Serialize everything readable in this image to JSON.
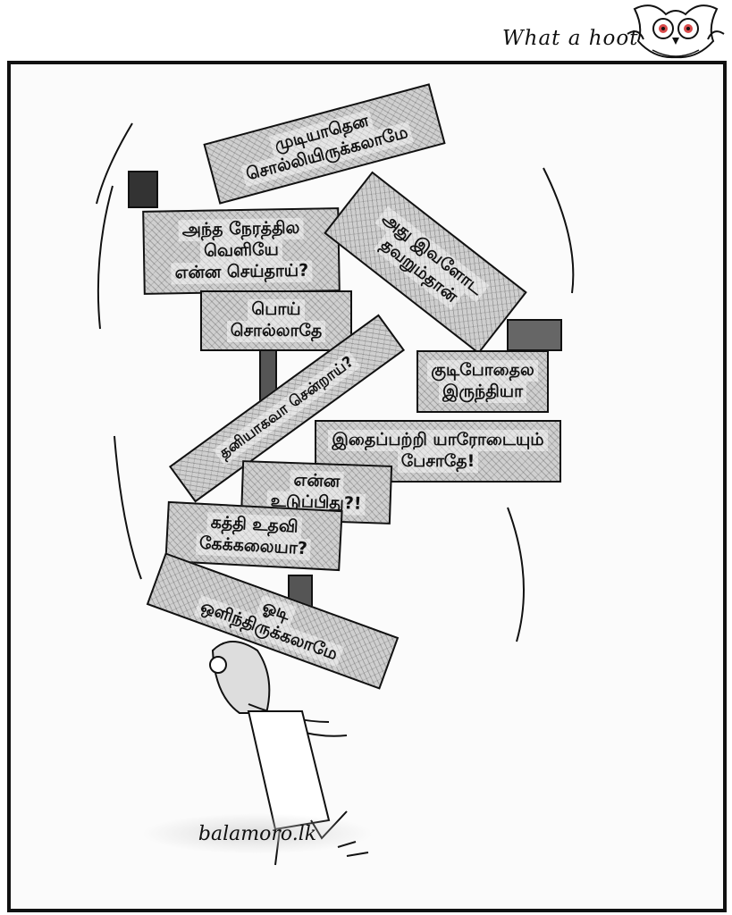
{
  "header": {
    "brand": "What a hoot",
    "logo_icon": "owl-icon"
  },
  "signs": [
    {
      "line1": "முடியாதென",
      "line2": "சொல்லியிருக்கலாமே"
    },
    {
      "line1": "அந்த நேரத்தில",
      "line2": "வெளியே",
      "line3": "என்ன செய்தாய்?"
    },
    {
      "line1": "அது இவளோட",
      "line2": "தவறும்தான்"
    },
    {
      "line1": "பொய்",
      "line2": "சொல்லாதே"
    },
    {
      "line1": "குடிபோதைல",
      "line2": "இருந்தியா"
    },
    {
      "line1": "தனியாகவா சென்றாய்?"
    },
    {
      "line1": "இதைப்பற்றி யாரோடையும்",
      "line2": "பேசாதே!"
    },
    {
      "line1": "என்ன",
      "line2": "உடுப்பிது?!"
    },
    {
      "line1": "கத்தி உதவி",
      "line2": "கேக்கலையா?"
    },
    {
      "line1": "ஓடி",
      "line2": "ஒளிந்திருக்கலாமே"
    }
  ],
  "signature": "balamoro.lk",
  "colors": {
    "ink": "#111111",
    "sign_fill": "#cfcfcf",
    "background": "#ffffff"
  }
}
